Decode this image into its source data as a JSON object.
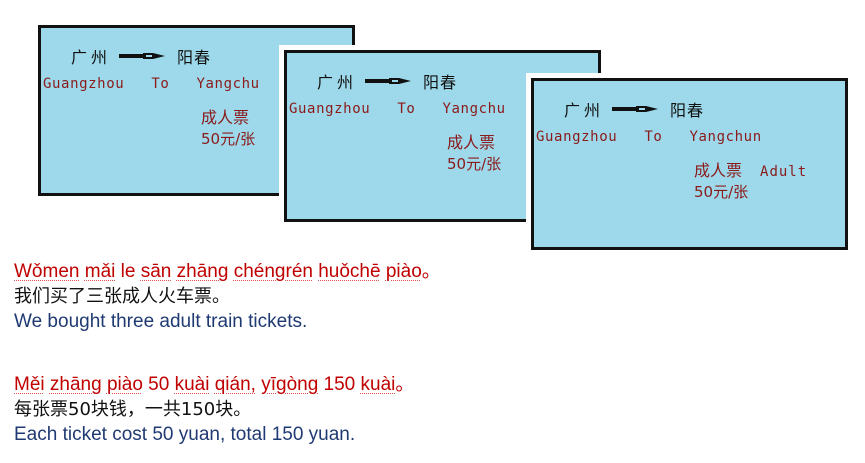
{
  "colors": {
    "card_bg": "#9dd9ea",
    "card_border": "#111111",
    "ticket_text": "#8b1a1a",
    "pinyin": "#c00000",
    "hanzi": "#111111",
    "english": "#1f3a73"
  },
  "tickets": [
    {
      "from_cn": "广州",
      "to_cn": "阳春",
      "route_en": "Guangzhou   To   Yangchu",
      "type_cn": "成人票",
      "type_en": "",
      "price": "50元/张"
    },
    {
      "from_cn": "广州",
      "to_cn": "阳春",
      "route_en": "Guangzhou   To   Yangchu",
      "type_cn": "成人票",
      "type_en": "",
      "price": "50元/张"
    },
    {
      "from_cn": "广州",
      "to_cn": "阳春",
      "route_en": "Guangzhou   To   Yangchun",
      "type_cn": "成人票",
      "type_en": "Adult",
      "price": "50元/张"
    }
  ],
  "sentences": [
    {
      "pinyin_words": [
        "Wǒmen",
        "mǎi",
        "le",
        "sān",
        "zhāng",
        "chéngrén",
        "huǒchē",
        "piào"
      ],
      "pinyin_end": "。",
      "hanzi": "我们买了三张成人火车票。",
      "english": "We bought three adult train tickets."
    },
    {
      "pinyin_words": [
        "Měi",
        "zhāng",
        "piào",
        "50",
        "kuài",
        "qián,",
        "yīgòng",
        "150",
        "kuài"
      ],
      "pinyin_end": "。",
      "hanzi": "每张票50块钱，一共150块。",
      "english": "Each ticket cost 50 yuan, total 150 yuan."
    }
  ]
}
